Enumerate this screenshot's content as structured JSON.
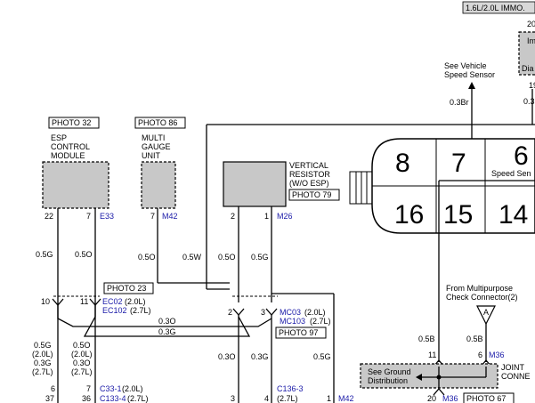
{
  "header": {
    "engine_label": "1.6L/2.0L IMMO."
  },
  "photo_labels": {
    "p32": "PHOTO 32",
    "p86": "PHOTO 86",
    "p79": "PHOTO 79",
    "p23": "PHOTO 23",
    "p97": "PHOTO 97",
    "p67": "PHOTO 67"
  },
  "components": {
    "esp": [
      "ESP",
      "CONTROL",
      "MODULE"
    ],
    "gauge": [
      "MULTI",
      "GAUGE",
      "UNIT"
    ],
    "resistor": [
      "VERTICAL",
      "RESISTOR",
      "(W/O ESP)"
    ],
    "vss": [
      "See Vehicle",
      "Speed Sensor"
    ],
    "multipurpose": [
      "From Multipurpose",
      "Check Connector(2)"
    ],
    "ground": [
      "See Ground",
      "Distribution"
    ],
    "joint": [
      "JOINT",
      "CONNE"
    ],
    "right_top": [
      "Im",
      "Dia"
    ]
  },
  "pins": {
    "esp_22": "22",
    "esp_7": "7",
    "esp_conn": "E33",
    "gauge_7": "7",
    "gauge_conn": "M42",
    "res_2": "2",
    "res_1": "1",
    "res_conn": "M26",
    "ec_10": "10",
    "ec_11": "11",
    "ec_conn1": "EC02",
    "ec_conn1_sub": "(2.0L)",
    "ec_conn2": "EC102",
    "ec_conn2_sub": "(2.7L)",
    "mc_2": "2",
    "mc_3": "3",
    "mc_conn1": "MC03",
    "mc_conn1_sub": "(2.0L)",
    "mc_conn2": "MC103",
    "mc_conn2_sub": "(2.7L)",
    "c_6": "6",
    "c_37": "37",
    "c_7": "7",
    "c_36": "36",
    "c_conn1": "C33-1",
    "c_conn1_sub": "(2.0L)",
    "c_conn2": "C133-4",
    "c_conn2_sub": "(2.7L)",
    "b_3": "3",
    "b_4": "4",
    "b_conn": "C136-3",
    "b_conn_sub": "(2.7L)",
    "m_1": "1",
    "m_conn": "M42",
    "j_11": "11",
    "j_6": "6",
    "j_conn": "M36",
    "j_20": "20",
    "j_conn2": "M36",
    "right_20": "20",
    "right_19": "19"
  },
  "wires": {
    "w1": "0.5G",
    "w2": "0.5O",
    "w3": "0.5O",
    "w4": "0.5W",
    "w5": "0.5O",
    "w6": "0.5G",
    "cross_o": "0.3O",
    "cross_g": "0.3G",
    "l1": "0.5G",
    "l1a": "(2.0L)",
    "l1b": "0.3G",
    "l1c": "(2.7L)",
    "l2": "0.5O",
    "l2a": "(2.0L)",
    "l2b": "0.3O",
    "l2c": "(2.7L)",
    "b1": "0.3O",
    "b2": "0.3G",
    "b3": "0.5G",
    "vss_wire": "0.3Br",
    "j1": "0.5B",
    "j2": "0.5B",
    "right_wire": "0.3"
  },
  "cluster": {
    "top": [
      "8",
      "7",
      "6"
    ],
    "bottom": [
      "16",
      "15",
      "14"
    ],
    "speed_label": "Speed Sen"
  },
  "terminal_a": "A"
}
